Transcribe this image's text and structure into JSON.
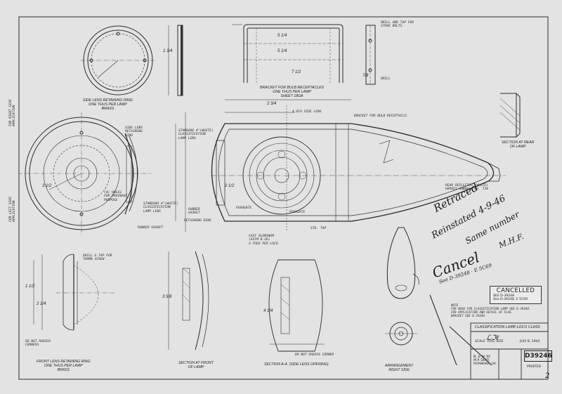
{
  "views": {
    "side_lens_ring": {
      "caption": "SIDE LENS RETAINING RING\nONE THUS PER LAMP\nBRASS"
    },
    "bracket": {
      "caption": "BRACKET FOR BULB RECEPTACLES\nONE THUS PER LAMP\nSHEET 18GA",
      "note": "DRILL AND TAP FOR\nSTOVE BOLTS.",
      "drill": "DRILL"
    },
    "section_rear": {
      "caption": "SECTION AT REAR\nOF LAMP"
    },
    "front_ring": {
      "caption": "FRONT LENS RETAINING RING\nONE THUS PER LAMP\nBRASS",
      "corners": "DO NOT RADIUS\nCORNERS",
      "tap": "DRILL & TAP FOR\nTHUMB SCREW"
    },
    "section_front": {
      "caption": "SECTION AT FRONT\nOF LAMP"
    },
    "section_aa": {
      "caption": "SECTION A-A  (SIDE LENS OPENING)",
      "corner": "DO NOT RADIUS CORNER"
    },
    "arrangement": {
      "caption": "ARRANGEMENT\nRIGHT SIDE"
    },
    "side_view": {
      "lens_side": "SIDE LENS\nRETAINING\nRING",
      "app_right": "FOR RIGHT SIDE\nAPPLICATION",
      "app_left": "FOR LEFT SIDE\nAPPLICATION",
      "holes": "(4) HOLES\nFOR DRAINAGE\nPURPOSE",
      "standard_lens": "STANDARD 4\"(WHITE)\nCLASSIFICATION\nLAMP LENS",
      "gasket": "RUBBER GASKET"
    },
    "main_view": {
      "bracket_recept": "BRACKET FOR BULB RECEPTACLE.",
      "standard_lens": "STANDARD 4\"(WHITE)\nCLASSIFICATION\nLAMP LENS",
      "rubber_gasket": "RUBBER\nGASKET",
      "retaining_ring": "RETAINING RING",
      "pushgate_1": "PUSHGATE",
      "pushgate_2": "PUSHGATE",
      "cast": "CAST ALUMINUM\n(ASTM B-26)\n2-THUS PER LOCO.",
      "reflector": "REAR REFLECTOR (WHITE)\nHARVEY HUBBELL NO. 734",
      "side_lens_open": "4 DIA SIDE LENS",
      "tap": "STD. TAP"
    }
  },
  "handwriting": {
    "l1": "Retraced",
    "l2": "Reinstated 4-9-46",
    "l3": "Same number",
    "l4": "M.H.F.",
    "l5": "Cancel",
    "l6": "See D-39248 · E 5C69"
  },
  "stamp": {
    "title": "CANCELLED",
    "line1": "SEE D-39248",
    "line2": "See D-39248, E 5C69"
  },
  "note": "NOTE\nFOR BASE FOR CLASSIFICATION LAMP SEE D-39244.\nFOR APPLICATION AND DETAIL OF FLAG\nBRACKET SEE D-39244",
  "title_block": {
    "title": "CLASSIFICATION LAMP-LOCO CLASS",
    "scale": "SCALE  FULL SIZE",
    "date": "JULY 8, 1943",
    "railway": "N. & W. RY.\nM.P. DEPT.\nROANOKE, VA.",
    "dwg_no": "D39246",
    "printed": "PRINTED"
  },
  "corner_mark": "2",
  "dims": {
    "d1": "2 3/4",
    "d2": "5 1/4",
    "d3": "5 1/4",
    "d4": "7 1/2",
    "d5": "1 3/4",
    "d6": "1 1/2",
    "d7": "2 1/4",
    "d8": "3 5/8",
    "d9": "7/8",
    "d10": "2 1/2",
    "d11": "4 1/4",
    "d12": "3 1/2"
  }
}
